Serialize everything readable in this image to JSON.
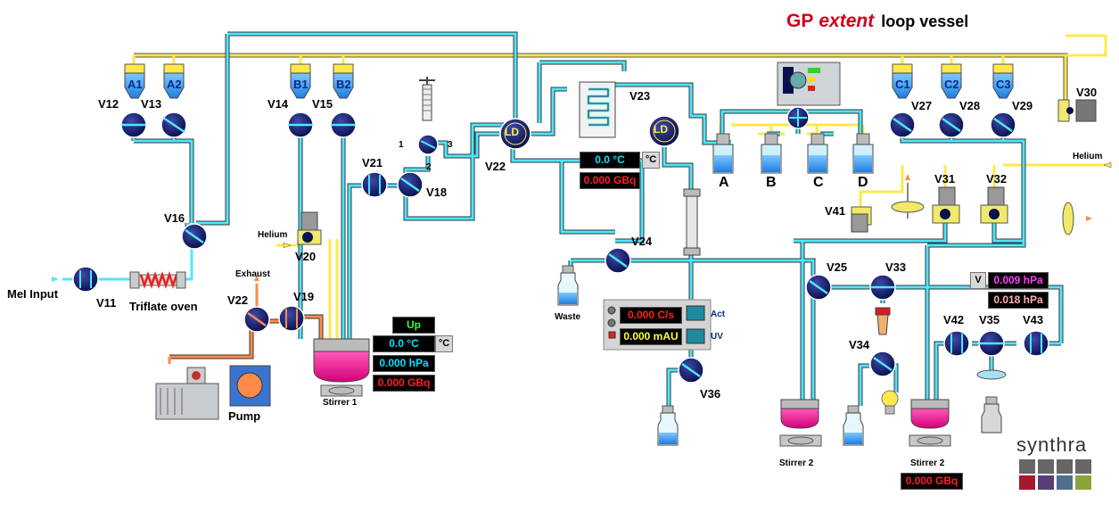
{
  "title": {
    "gp": "GP",
    "extent": "extent",
    "sub": "loop vessel"
  },
  "valves": [
    "V11",
    "V12",
    "V13",
    "V14",
    "V15",
    "V16",
    "V18",
    "V19",
    "V20",
    "V21",
    "V22",
    "V23",
    "V24",
    "V25",
    "V27",
    "V28",
    "V29",
    "V30",
    "V31",
    "V32",
    "V33",
    "V34",
    "V35",
    "V36",
    "V41",
    "V42",
    "V43"
  ],
  "reagents": [
    "A1",
    "A2",
    "B1",
    "B2",
    "C1",
    "C2",
    "C3"
  ],
  "bottles": [
    "A",
    "B",
    "C",
    "D"
  ],
  "labels": {
    "mei_input": "MeI Input",
    "triflate_oven": "Triflate oven",
    "helium_left": "Helium",
    "helium_right": "Helium",
    "exhaust": "Exhaust",
    "pump": "Pump",
    "stirrer1": "Stirrer 1",
    "stirrer2a": "Stirrer 2",
    "stirrer2b": "Stirrer 2",
    "waste": "Waste",
    "ld": "LD",
    "port1": "1",
    "port2": "2",
    "port3": "3"
  },
  "reactor1": {
    "status": "Up",
    "temp": "0.0 °C",
    "temp_unit": "°C",
    "pressure": "0.000 hPa",
    "activity": "0.000 GBq"
  },
  "loop": {
    "temp": "0.0 °C",
    "temp_unit": "°C",
    "activity": "0.000 GBq"
  },
  "detector": {
    "rate": "0.000 C/s",
    "uv": "0.000 mAU",
    "act_label": "Act",
    "uv_label": "UV"
  },
  "pressure_right": {
    "btn": "V",
    "p1": "0.009 hPa",
    "p2": "0.018 hPa"
  },
  "reactor2": {
    "activity": "0.000 GBq"
  },
  "brand": {
    "name": "synthra",
    "colors": [
      "#666666",
      "#a6182c",
      "#5b3e78",
      "#4e6e8c",
      "#8aa43c"
    ]
  }
}
